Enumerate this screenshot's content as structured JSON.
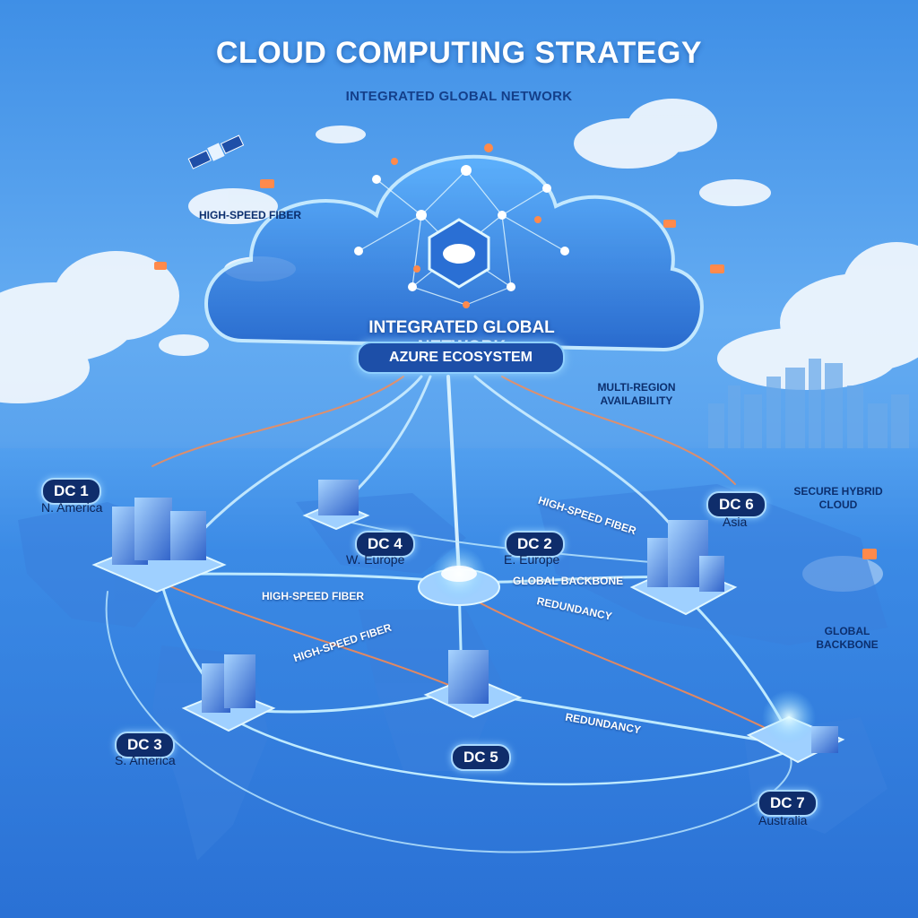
{
  "header": {
    "title": "CLOUD COMPUTING STRATEGY",
    "subtitle": "INTEGRATED GLOBAL NETWORK"
  },
  "cloud": {
    "label": "INTEGRATED GLOBAL NETWORK",
    "pill": "AZURE ECOSYSTEM"
  },
  "labels": {
    "high_speed_fiber_top": "HIGH-SPEED FIBER",
    "multi_region": "MULTI-REGION AVAILABILITY",
    "secure_hybrid": "SECURE HYBRID CLOUD",
    "global_backbone_right": "GLOBAL BACKBONE"
  },
  "links": {
    "fiber_upper_right": "HIGH-SPEED FIBER",
    "fiber_left": "HIGH-SPEED FIBER",
    "fiber_diagonal": "HIGH-SPEED FIBER",
    "global_backbone_center": "GLOBAL BACKBONE",
    "redundancy_center": "REDUNDANCY",
    "redundancy_lower": "REDUNDANCY"
  },
  "datacenters": [
    {
      "id": "DC 1",
      "region": "N. America"
    },
    {
      "id": "DC 2",
      "region": "E. Europe"
    },
    {
      "id": "DC 3",
      "region": "S. America"
    },
    {
      "id": "DC 4",
      "region": "W. Europe"
    },
    {
      "id": "DC 5",
      "region": ""
    },
    {
      "id": "DC 6",
      "region": "Asia"
    },
    {
      "id": "DC 7",
      "region": "Australia"
    }
  ],
  "colors": {
    "accent_orange": "#ff8a4c",
    "link_cyan": "#bfeaff",
    "badge_navy": "#0f2d6b"
  }
}
